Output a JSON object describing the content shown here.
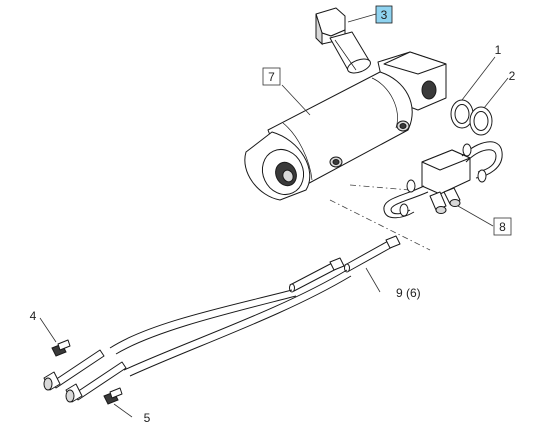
{
  "callouts": {
    "c1": "1",
    "c2": "2",
    "c3": "3",
    "c4": "4",
    "c5": "5",
    "c7": "7",
    "c8": "8",
    "c9": "9 (6)"
  },
  "colors": {
    "selected_callout": "#8fd3f0",
    "line": "#1a1a1a"
  }
}
